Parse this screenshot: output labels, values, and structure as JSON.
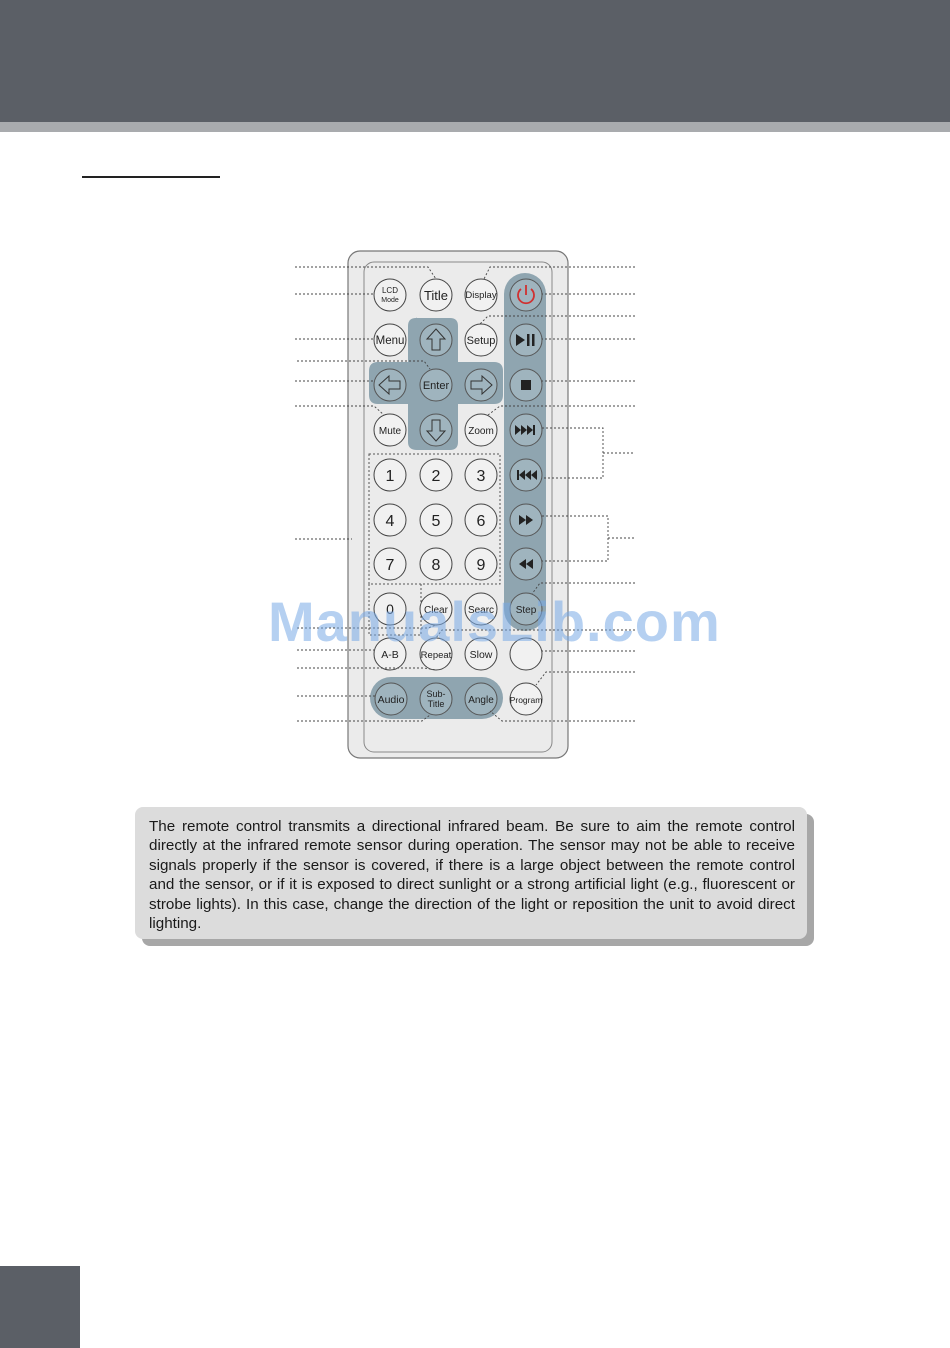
{
  "remote": {
    "buttons": {
      "lcd_mode_line1": "LCD",
      "lcd_mode_line2": "Mode",
      "title": "Title",
      "display": "Display",
      "menu": "Menu",
      "setup": "Setup",
      "enter": "Enter",
      "mute": "Mute",
      "zoom": "Zoom",
      "digits": [
        "1",
        "2",
        "3",
        "4",
        "5",
        "6",
        "7",
        "8",
        "9",
        "0"
      ],
      "clear": "Clear",
      "search": "Searc",
      "step": "Step",
      "ab": "A-B",
      "repeat": "Repeat",
      "slow": "Slow",
      "audio": "Audio",
      "subtitle_line1": "Sub-",
      "subtitle_line2": "Title",
      "angle": "Angle",
      "program": "Program"
    }
  },
  "watermark": "ManualsLib.com",
  "note": {
    "text": "The remote control transmits a directional infrared beam. Be sure to aim the remote control directly at the infrared remote sensor during operation. The sensor may not be able to receive signals properly if the sensor is covered, if there is a large object between the remote control and the sensor, or if it is exposed to direct sunlight or a strong artificial light (e.g., fluorescent or strobe lights). In this case, change the direction of the light or reposition the unit to avoid direct lighting."
  },
  "colors": {
    "header": "#5b5f66",
    "header_stripe": "#a9abae",
    "remote_body": "#ebebeb",
    "button_group": "#8fa5b0",
    "power_red": "#d03030",
    "note_bg": "#dcdcdc"
  }
}
